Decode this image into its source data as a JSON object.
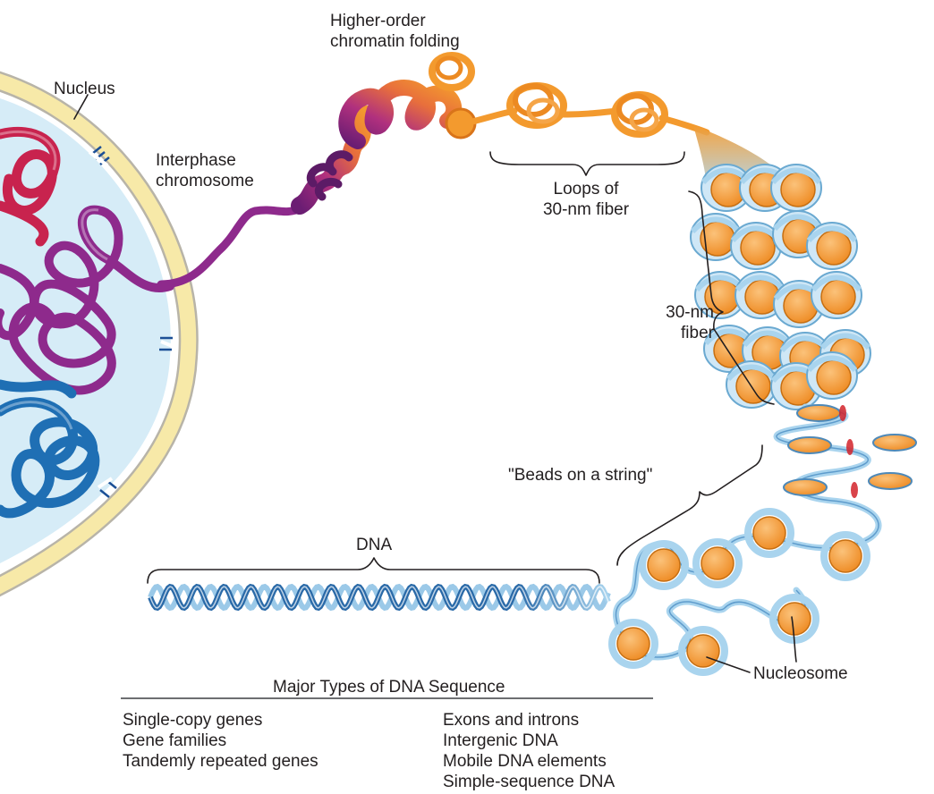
{
  "labels": {
    "nucleus": "Nucleus",
    "interphase_chromosome_1": "Interphase",
    "interphase_chromosome_2": "chromosome",
    "higher_order_1": "Higher-order",
    "higher_order_2": "chromatin folding",
    "loops_1": "Loops of",
    "loops_2": "30-nm fiber",
    "fiber30_1": "30-nm",
    "fiber30_2": "fiber",
    "beads": "\"Beads on a string\"",
    "dna": "DNA",
    "nucleosome": "Nucleosome"
  },
  "table": {
    "title": "Major Types of DNA Sequence",
    "left": [
      "Single-copy genes",
      "Gene families",
      "Tandemly repeated genes"
    ],
    "right": [
      "Exons and introns",
      "Intergenic DNA",
      "Mobile DNA elements",
      "Simple-sequence DNA"
    ]
  },
  "colors": {
    "nucleus_fill": "#d6ecf7",
    "envelope": "#f7e9a8",
    "chromosome_red": "#c8234e",
    "chromosome_purple": "#8e2a8c",
    "chromosome_blue": "#1f6fb4",
    "fiber_orange": "#f3922e",
    "nucleosome_orange": "#f29a3a",
    "dna_wrap": "#a9d4ee",
    "linker_red": "#d2232a"
  }
}
